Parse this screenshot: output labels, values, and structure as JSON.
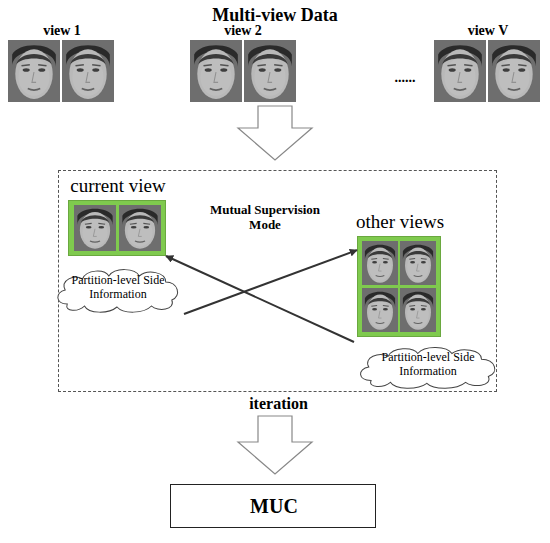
{
  "diagram": {
    "title": "Multi-view Data",
    "nodes": [
      {
        "text": [
          "iteration"
        ]
      },
      {
        "text": [
          "current view"
        ],
        "in": 0
      },
      {
        "text": [
          "Partition-level Side Information"
        ],
        "in": 0
      },
      {
        "text": [
          "other views"
        ],
        "in": 0
      },
      {
        "text": [
          "Partition-level Side Information"
        ],
        "in": 0
      },
      {
        "text": [
          "MUC"
        ]
      }
    ],
    "edges": [
      {
        "from": 2,
        "to": 3,
        "arrow": "to"
      },
      {
        "from": 4,
        "to": 1,
        "arrow": "to"
      }
    ],
    "labels": [
      "view 1",
      "view 2",
      "......",
      "view V",
      "Mutual Supervision Mode"
    ]
  }
}
